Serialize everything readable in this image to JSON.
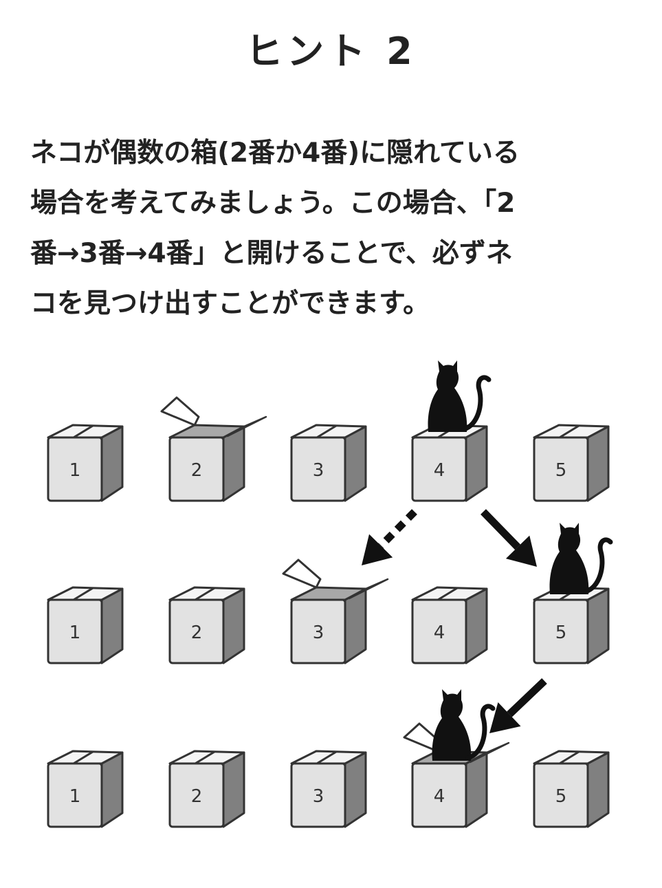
{
  "title": "ヒント 2",
  "body_lines": [
    "ネコが偶数の箱(2番か4番)に隠れている",
    "場合を考えてみましょう。この場合、「2",
    "番→3番→4番」と開けることで、必ずネ",
    "コを見つけ出すことができます。"
  ],
  "rows": [
    {
      "boxes": [
        {
          "label": "1",
          "state": "closed",
          "cat": false
        },
        {
          "label": "2",
          "state": "open",
          "cat": false
        },
        {
          "label": "3",
          "state": "closed",
          "cat": false
        },
        {
          "label": "4",
          "state": "closed",
          "cat": true
        },
        {
          "label": "5",
          "state": "closed",
          "cat": false
        }
      ]
    },
    {
      "boxes": [
        {
          "label": "1",
          "state": "closed",
          "cat": false
        },
        {
          "label": "2",
          "state": "closed",
          "cat": false
        },
        {
          "label": "3",
          "state": "open",
          "cat": false
        },
        {
          "label": "4",
          "state": "closed",
          "cat": false
        },
        {
          "label": "5",
          "state": "closed",
          "cat": true
        }
      ]
    },
    {
      "boxes": [
        {
          "label": "1",
          "state": "closed",
          "cat": false
        },
        {
          "label": "2",
          "state": "closed",
          "cat": false
        },
        {
          "label": "3",
          "state": "closed",
          "cat": false
        },
        {
          "label": "4",
          "state": "open",
          "cat": true
        },
        {
          "label": "5",
          "state": "closed",
          "cat": false
        }
      ]
    }
  ],
  "arrows": [
    {
      "from": "row1-box4",
      "to": "row2-box3",
      "style": "dashed"
    },
    {
      "from": "row1-box4",
      "to": "row2-box5",
      "style": "solid"
    },
    {
      "from": "row2-box5",
      "to": "row3-box4",
      "style": "solid"
    }
  ],
  "colors": {
    "box_front": "#e2e2e2",
    "box_side": "#808080",
    "box_top": "#f4f4f4",
    "box_inside": "#a8a8a8",
    "outline": "#333333",
    "cat": "#111111",
    "arrow": "#111111"
  }
}
